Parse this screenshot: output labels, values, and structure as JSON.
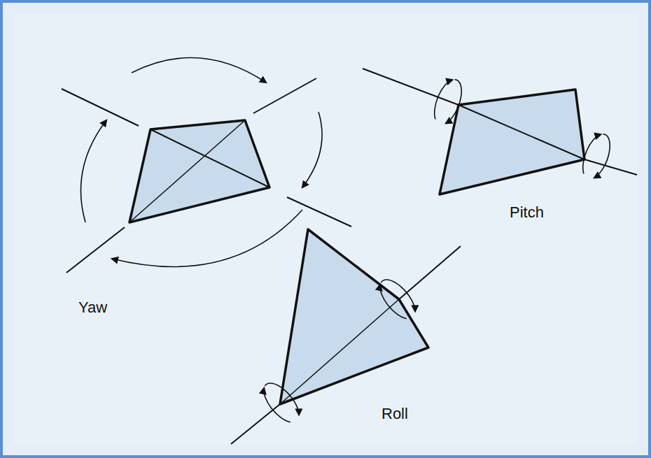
{
  "diagram": {
    "labels": [
      "Yaw",
      "Pitch",
      "Roll"
    ]
  }
}
